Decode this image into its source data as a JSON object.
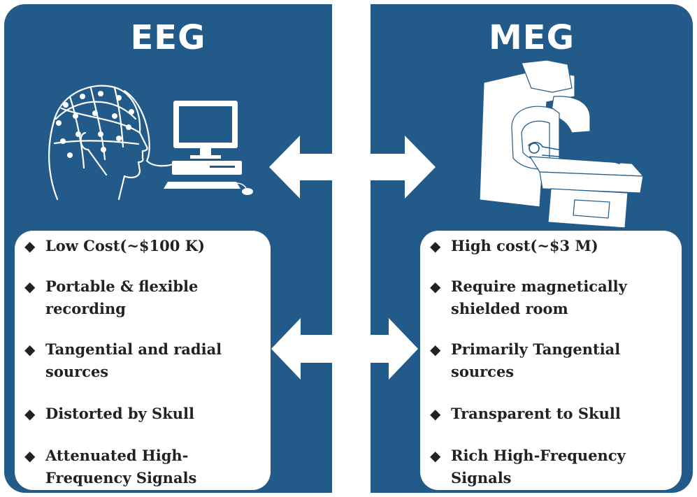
{
  "eeg": {
    "title": "EEG",
    "items": [
      "Low Cost(~$100 K)",
      "Portable & flexible recording",
      "Tangential and radial sources",
      "Distorted by Skull",
      "Attenuated High-Frequency Signals"
    ]
  },
  "meg": {
    "title": "MEG",
    "items": [
      "High cost(~$3 M)",
      "Require magnetically shielded room",
      "Primarily Tangential sources",
      "Transparent to Skull",
      "Rich High-Frequency Signals"
    ]
  },
  "bullet_glyph": "◆",
  "colors": {
    "panel": "#225a89",
    "card": "#ffffff",
    "arrow": "#ffffff",
    "text": "#222222",
    "illustration_line": "#ffffff"
  },
  "icons": {
    "eeg_illustration": "eeg-cap-head-and-computer-icon",
    "meg_illustration": "meg-scanner-with-patient-icon",
    "arrows": "double-headed-arrow-icon"
  }
}
